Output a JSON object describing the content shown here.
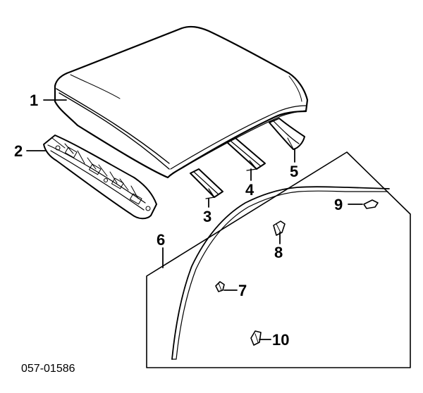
{
  "diagram": {
    "parts": [
      {
        "label": "1",
        "part": "roof-panel"
      },
      {
        "label": "2",
        "part": "front-header-panel"
      },
      {
        "label": "3",
        "part": "roof-bow-front"
      },
      {
        "label": "4",
        "part": "roof-bow-middle"
      },
      {
        "label": "5",
        "part": "roof-bow-rear"
      },
      {
        "label": "6",
        "part": "drip-molding-kit"
      },
      {
        "label": "7",
        "part": "clip-a"
      },
      {
        "label": "8",
        "part": "clip-b"
      },
      {
        "label": "9",
        "part": "end-cap"
      },
      {
        "label": "10",
        "part": "clip-c"
      }
    ],
    "reference_code": "057-01586"
  }
}
